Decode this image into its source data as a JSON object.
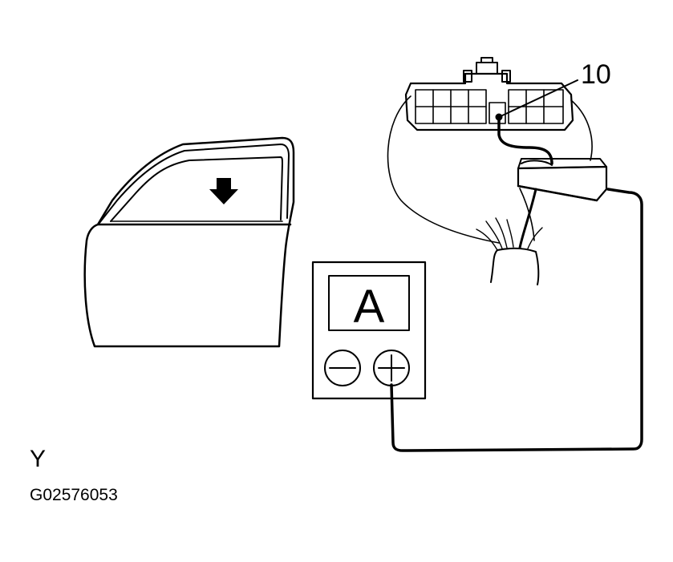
{
  "labels": {
    "pin_number": "10",
    "meter_mode": "A",
    "view_letter": "Y",
    "figure_code": "G02576053"
  },
  "colors": {
    "ink": "#000000",
    "paper": "#ffffff"
  },
  "icons": {
    "minus_terminal": "minus-circle-icon",
    "plus_terminal": "plus-circle-icon",
    "down_arrow": "down-arrow-icon"
  }
}
